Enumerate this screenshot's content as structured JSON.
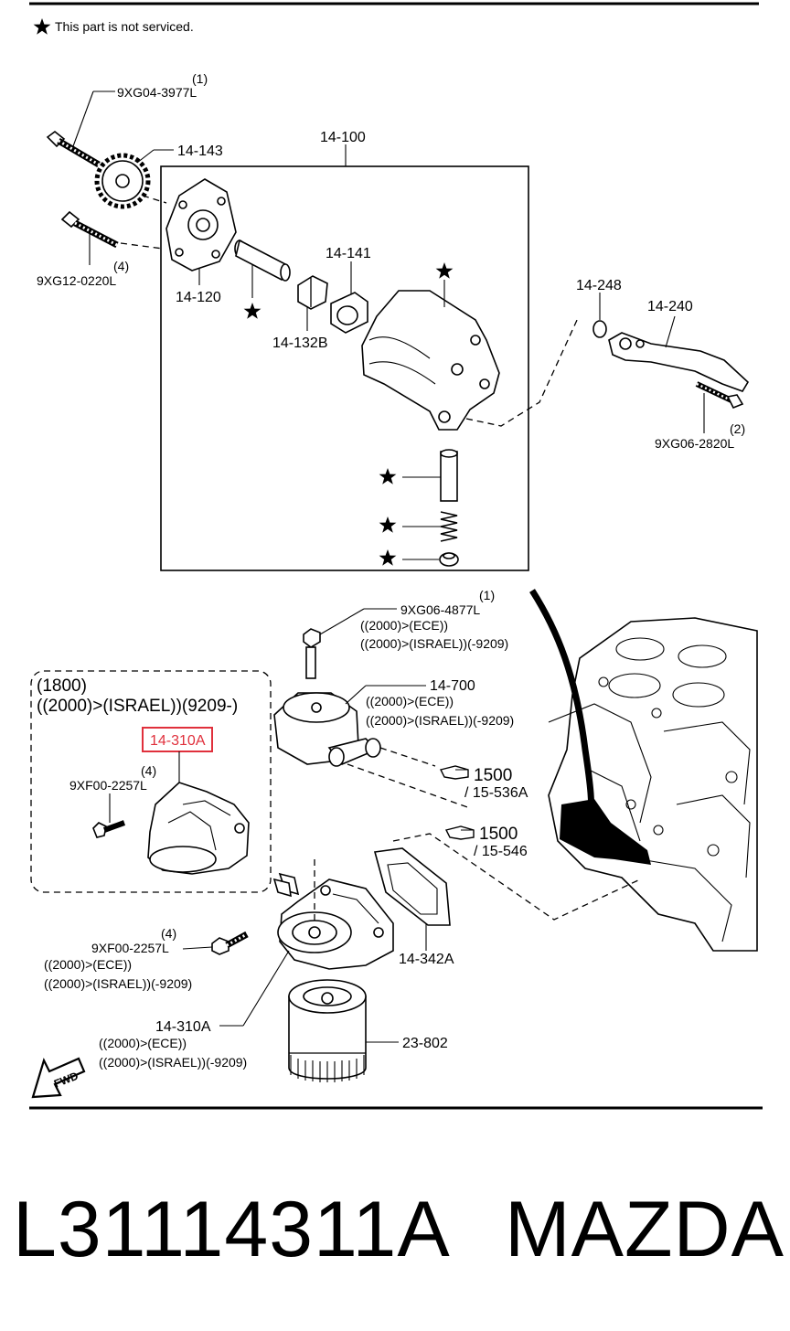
{
  "note": "This part is not serviced.",
  "labels": {
    "bolt_a_qty": "(1)",
    "bolt_a": "9XG04-3977L",
    "sprocket": "14-143",
    "bolt_b_qty": "(4)",
    "bolt_b": "9XG12-0220L",
    "cover": "14-120",
    "pump_assy": "14-100",
    "rotor": "14-141",
    "key": "14-132B",
    "washer": "14-248",
    "pickup": "14-240",
    "bolt_c_qty": "(2)",
    "bolt_c": "9XG06-2820L",
    "bolt_d_qty": "(1)",
    "bolt_d": "9XG06-4877L",
    "bolt_d_cond1": "((2000)>(ECE))",
    "bolt_d_cond2": "((2000)>(ISRAEL))(-9209)",
    "cooler": "14-700",
    "cooler_cond1": "((2000)>(ECE))",
    "cooler_cond2": "((2000)>(ISRAEL))(-9209)",
    "ref1": "1500",
    "ref1_sub": "/ 15-536A",
    "ref2": "1500",
    "ref2_sub": "/ 15-546",
    "inset_title1": "(1800)",
    "inset_title2": "((2000)>(ISRAEL))(9209-)",
    "inset_part": "14-310A",
    "inset_bolt_qty": "(4)",
    "inset_bolt": "9XF00-2257L",
    "bolt_e_qty": "(4)",
    "bolt_e": "9XF00-2257L",
    "bolt_e_cond1": "((2000)>(ECE))",
    "bolt_e_cond2": "((2000)>(ISRAEL))(-9209)",
    "gasket": "14-342A",
    "body": "14-310A",
    "body_cond1": "((2000)>(ECE))",
    "body_cond2": "((2000)>(ISRAEL))(-9209)",
    "filter": "23-802",
    "fwd": "FWD"
  },
  "footer": {
    "part_number": "L31114311A",
    "brand": "MAZDA"
  },
  "colors": {
    "highlight": "#e0303c",
    "ink": "#000000"
  },
  "icons": [
    "star-icon",
    "pointing-hand-icon",
    "fwd-arrow-icon"
  ]
}
